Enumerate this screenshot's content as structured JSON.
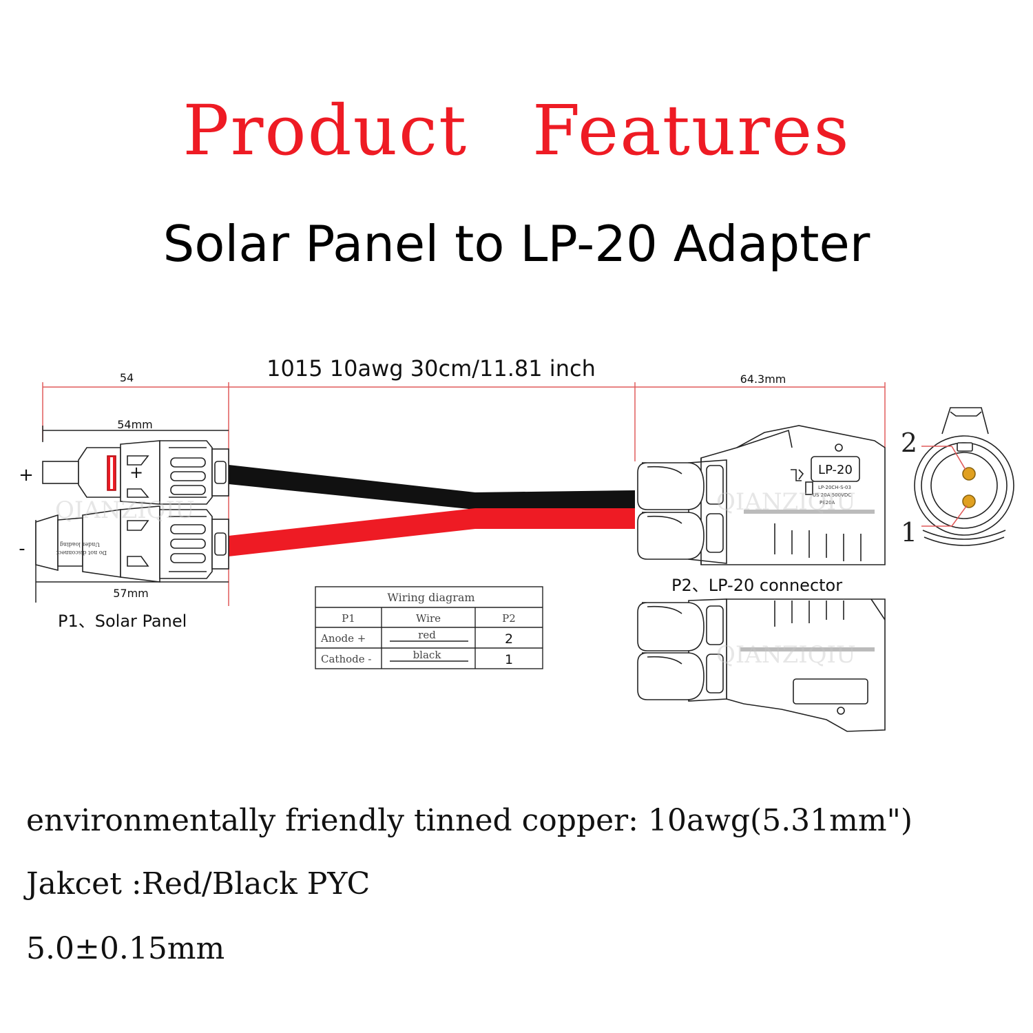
{
  "title": {
    "main": "Product  Features",
    "sub": "Solar Panel to LP-20 Adapter"
  },
  "dimensions": {
    "p1_total": "54",
    "cable": "1015 10awg 30cm/11.81 inch",
    "p2_total": "64.3mm",
    "p1_male": "54mm",
    "p1_female": "57mm"
  },
  "polarity": {
    "plus": "+",
    "minus": "-",
    "plus_on_connector": "+"
  },
  "connector_text": {
    "female_line1": "Do not disconnect",
    "female_line2": "Under loading",
    "lp20_badge": "LP-20",
    "lp20_line1": "LP-20CH-S-03",
    "lp20_line2": "US 20A 500VDC",
    "lp20_line3": "PE20A"
  },
  "labels": {
    "p1": "P1、Solar Panel",
    "p2": "P2、LP-20 connector",
    "pin2": "2",
    "pin1": "1"
  },
  "watermark": "QIANZIQIU",
  "wiring": {
    "title": "Wiring diagram",
    "headers": [
      "P1",
      "Wire",
      "P2"
    ],
    "rows": [
      {
        "p1": "Anode +",
        "wire": "red",
        "p2": "2"
      },
      {
        "p1": "Cathode -",
        "wire": "black",
        "p2": "1"
      }
    ]
  },
  "specs": {
    "line1": "environmentally friendly tinned copper: 10awg(5.31mm\")",
    "line2": "Jakcet :Red/Black PYC",
    "line3": "5.0±0.15mm"
  },
  "colors": {
    "title": "#ee1b24",
    "wire_red": "#ee1b24",
    "wire_black": "#111111",
    "dimension_line": "#e05a5a",
    "pin_gold": "#e0a020"
  }
}
